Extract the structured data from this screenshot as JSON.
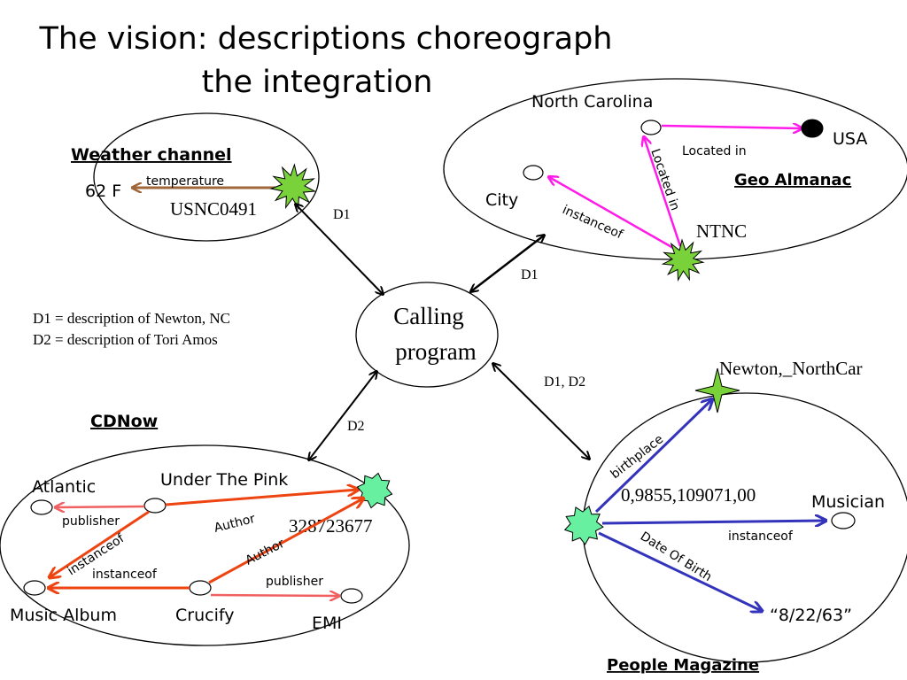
{
  "title": {
    "line1": "The vision: descriptions choreograph",
    "line2": "the integration"
  },
  "calling_program": {
    "line1": "Calling",
    "line2": "program"
  },
  "legend": {
    "d1": "D1 = description of Newton, NC",
    "d2": "D2 = description of Tori Amos"
  },
  "links": {
    "weather_link": "D1",
    "geo_link": "D1",
    "cdnow_link": "D2",
    "people_link": "D1, D2"
  },
  "weather_channel": {
    "name": "Weather channel",
    "value_62f": "62 F",
    "edge_temperature": "temperature",
    "node_usnc": "USNC0491"
  },
  "geo_almanac": {
    "name": "Geo Almanac",
    "north_carolina": "North Carolina",
    "usa": "USA",
    "city": "City",
    "ntnc": "NTNC",
    "edge_located_in_1": "Located in",
    "edge_located_in_2": "Located in",
    "edge_instanceof": "instanceof"
  },
  "cdnow": {
    "name": "CDNow",
    "atlantic": "Atlantic",
    "under_the_pink": "Under The Pink",
    "music_album": "Music Album",
    "crucify": "Crucify",
    "emi": "EMI",
    "number": "328723677",
    "edge_publisher_1": "publisher",
    "edge_instanceof_1": "instanceof",
    "edge_instanceof_2": "instanceof",
    "edge_author_1": "Author",
    "edge_author_2": "Author",
    "edge_publisher_2": "publisher"
  },
  "people_magazine": {
    "name": "People Magazine",
    "newton": "Newton,_NorthCar",
    "coords": "0,9855,109071,00",
    "musician": "Musician",
    "date": "“8/22/63”",
    "edge_birthplace": "birthplace",
    "edge_instanceof": "instanceof",
    "edge_dob": "Date Of Birth"
  },
  "colors": {
    "magenta": "#ff1ce8",
    "brown": "#a0673a",
    "blue": "#3333bb",
    "red_orange": "#ee4411",
    "pink_red": "#f06060",
    "star_green": "#7ad23a",
    "star_mint": "#66f0a0"
  }
}
